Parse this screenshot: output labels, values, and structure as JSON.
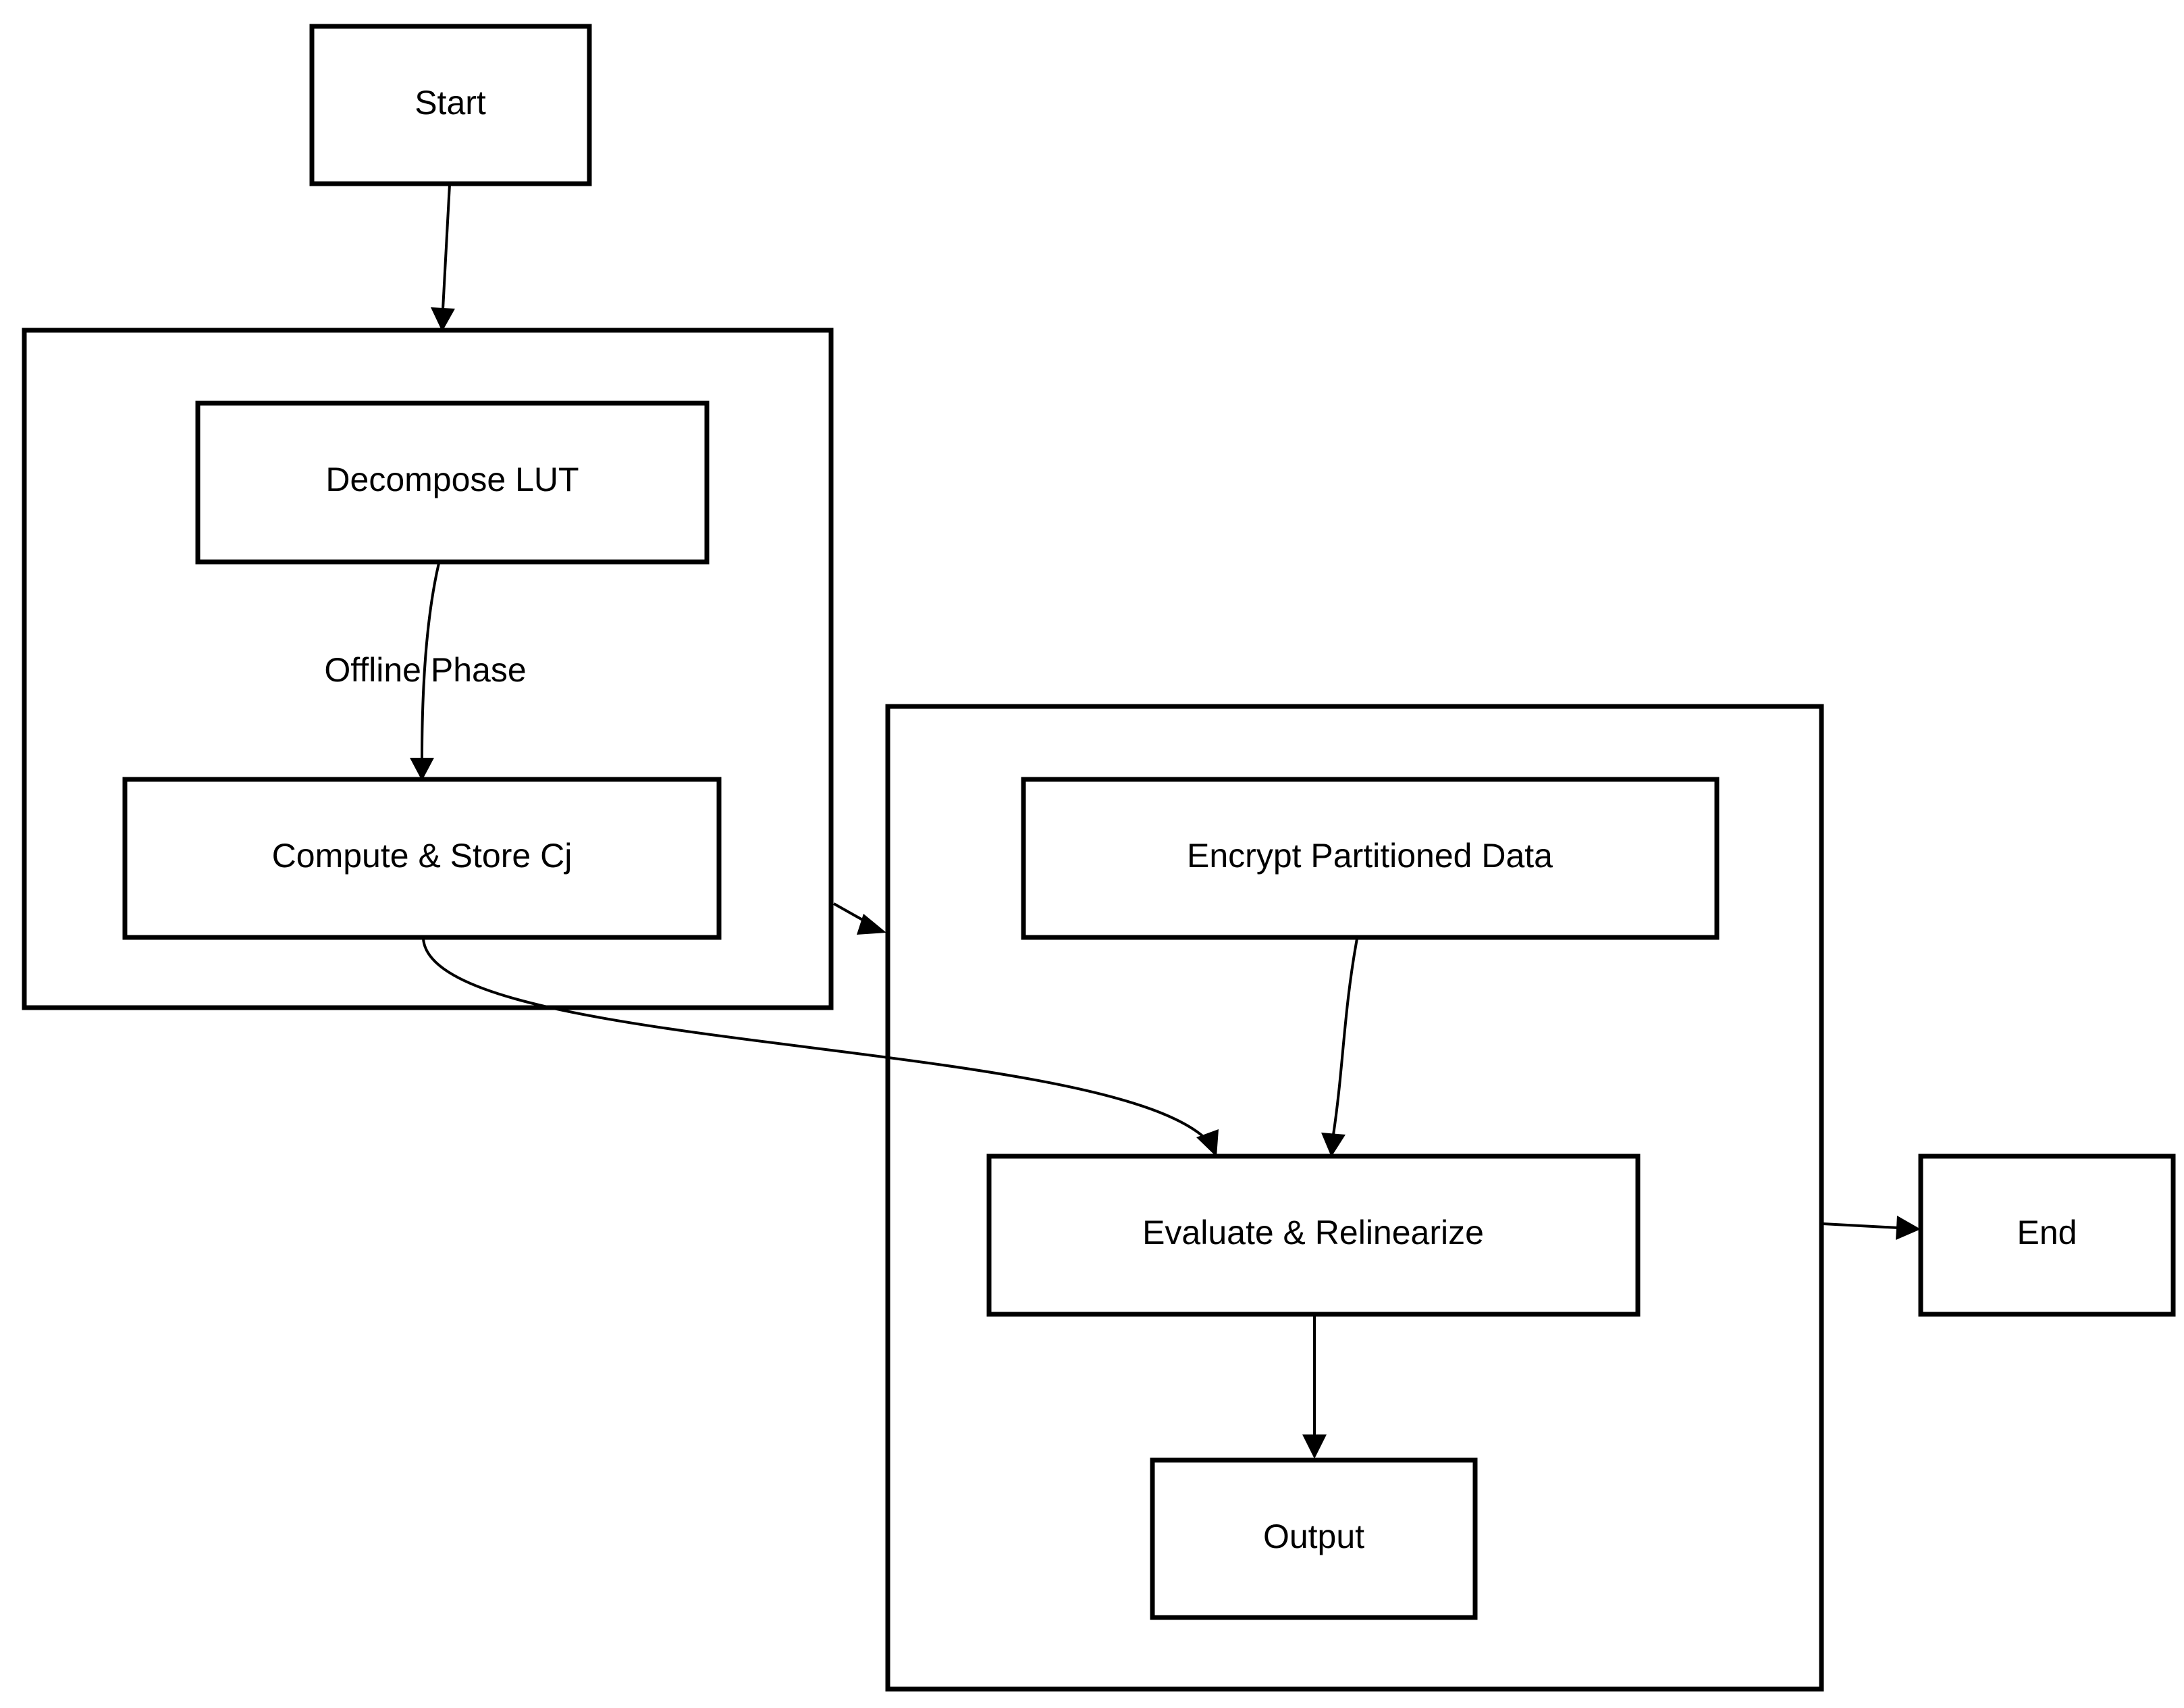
{
  "nodes": {
    "start": "Start",
    "decompose": "Decompose LUT",
    "compute": "Compute & Store Cj",
    "encrypt": "Encrypt Partitioned Data",
    "evaluate": "Evaluate & Relinearize",
    "output": "Output",
    "end": "End"
  },
  "edge_labels": {
    "offline_phase": "Offline Phase"
  }
}
